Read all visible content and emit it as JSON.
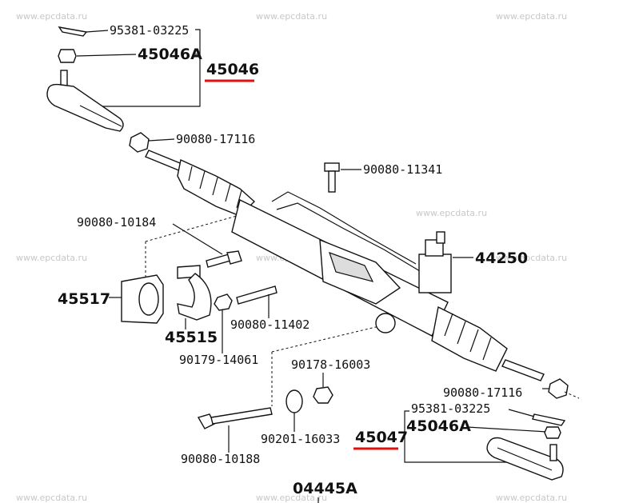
{
  "watermark": "www.epcdata.ru",
  "accent_color": "#e01010",
  "labels": {
    "p95381_top": "95381-03225",
    "p45046A_top": "45046A",
    "p45046": "45046",
    "p90080_17116_top": "90080-17116",
    "p90080_11341": "90080-11341",
    "p90080_10184": "90080-10184",
    "p44250": "44250",
    "p45517": "45517",
    "p45515": "45515",
    "p90080_11402": "90080-11402",
    "p90179_14061": "90179-14061",
    "p90178_16003": "90178-16003",
    "p90080_17116_bot": "90080-17116",
    "p95381_bot": "95381-03225",
    "p45046A_bot": "45046A",
    "p45047": "45047",
    "p90201_16033": "90201-16033",
    "p90080_10188": "90080-10188",
    "p04445A": "04445A"
  }
}
